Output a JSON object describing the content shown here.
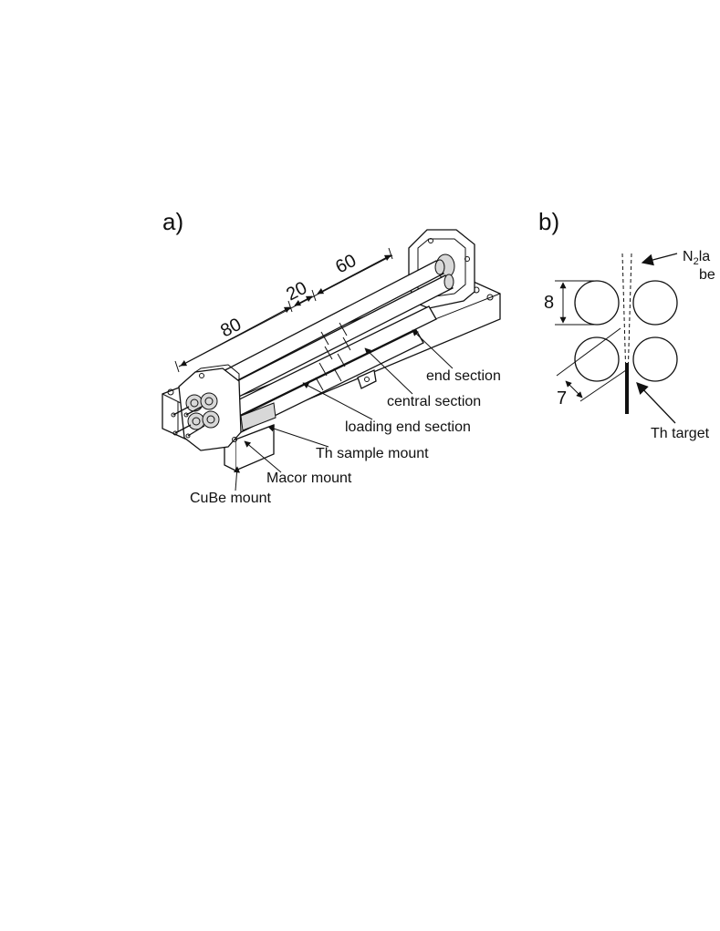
{
  "panels": {
    "a": "a)",
    "b": "b)"
  },
  "panel_a": {
    "dimensions": {
      "d80": "80",
      "d20": "20",
      "d60": "60"
    },
    "labels": {
      "end_section": "end section",
      "central_section": "central section",
      "loading_end_section": "loading end section",
      "th_sample_mount": "Th sample mount",
      "macor_mount": "Macor mount",
      "cube_mount": "CuBe mount"
    }
  },
  "panel_b": {
    "dimensions": {
      "d8": "8",
      "d7": "7"
    },
    "laser_label_line1": "N",
    "laser_label_sub": "2",
    "laser_label_line1_rest": "la",
    "laser_label_line2": "be",
    "target_label": "Th target"
  },
  "colors": {
    "line": "#111111",
    "shade": "#d8d8d8",
    "background": "#ffffff"
  }
}
